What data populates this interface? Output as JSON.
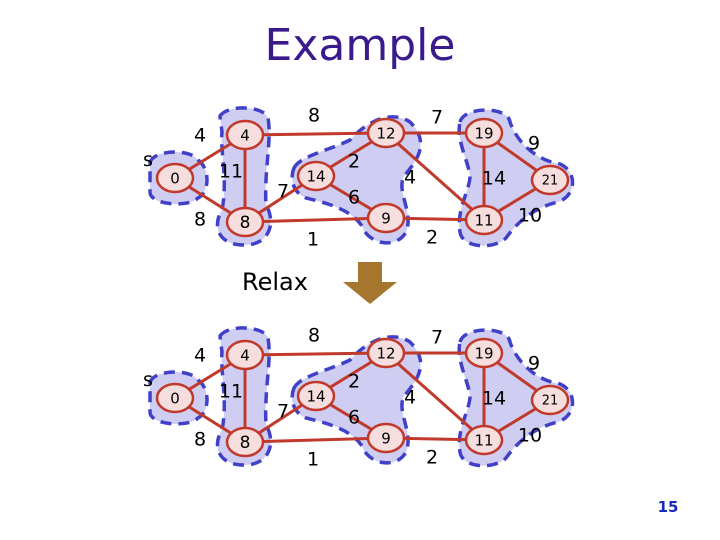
{
  "title": "Example",
  "arrow_label": "Relax",
  "page_number": "15",
  "source_label": "s",
  "colors": {
    "title": "#3a1a8c",
    "edge": "#c0392b",
    "node_fill": "#f6dede",
    "node_stroke": "#c0392b",
    "cluster_fill": "#cfcdf2",
    "cluster_stroke": "#4040c8",
    "arrow": "#a4762e",
    "page_number": "#1a2ab8"
  },
  "nodes": [
    {
      "id": "s",
      "label": "0"
    },
    {
      "id": "a",
      "label": "4"
    },
    {
      "id": "b",
      "label": "8"
    },
    {
      "id": "c",
      "label": "14"
    },
    {
      "id": "d",
      "label": "12"
    },
    {
      "id": "e",
      "label": "9"
    },
    {
      "id": "f",
      "label": "19"
    },
    {
      "id": "g",
      "label": "11"
    },
    {
      "id": "h",
      "label": "21"
    }
  ],
  "edges": [
    {
      "from": "s",
      "to": "a",
      "weight": "4"
    },
    {
      "from": "s",
      "to": "b",
      "weight": "8"
    },
    {
      "from": "a",
      "to": "b",
      "weight": "11"
    },
    {
      "from": "a",
      "to": "d",
      "weight": "8"
    },
    {
      "from": "b",
      "to": "c",
      "weight": "7"
    },
    {
      "from": "b",
      "to": "e",
      "weight": "1"
    },
    {
      "from": "c",
      "to": "d",
      "weight": "2"
    },
    {
      "from": "c",
      "to": "e",
      "weight": "6"
    },
    {
      "from": "d",
      "to": "f",
      "weight": "7"
    },
    {
      "from": "d",
      "to": "g",
      "weight": "4"
    },
    {
      "from": "e",
      "to": "g",
      "weight": "2"
    },
    {
      "from": "f",
      "to": "g",
      "weight": "14"
    },
    {
      "from": "f",
      "to": "h",
      "weight": "9"
    },
    {
      "from": "g",
      "to": "h",
      "weight": "10"
    }
  ]
}
